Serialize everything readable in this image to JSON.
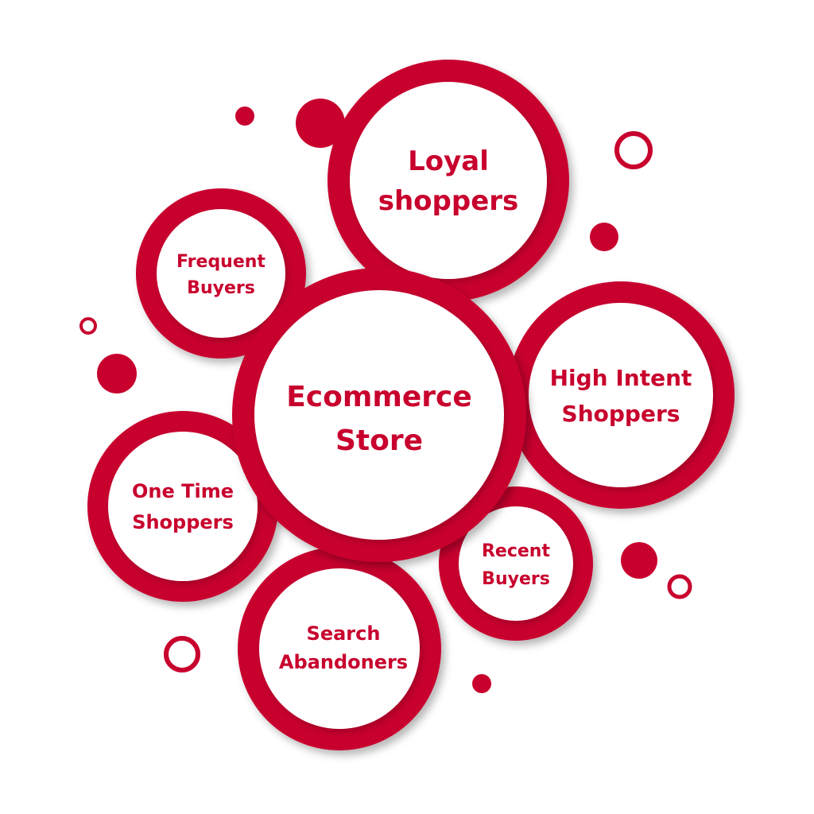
{
  "diagram": {
    "accent_color": "#c8002d",
    "background_color": "#ffffff",
    "center": {
      "line1": "Ecommerce",
      "line2": "Store"
    },
    "segments": {
      "loyal": {
        "line1": "Loyal",
        "line2": "shoppers"
      },
      "frequent": {
        "line1": "Frequent",
        "line2": "Buyers"
      },
      "high_intent": {
        "line1": "High Intent",
        "line2": "Shoppers"
      },
      "one_time": {
        "line1": "One Time",
        "line2": "Shoppers"
      },
      "recent": {
        "line1": "Recent",
        "line2": "Buyers"
      },
      "search": {
        "line1": "Search",
        "line2": "Abandoners"
      }
    }
  }
}
